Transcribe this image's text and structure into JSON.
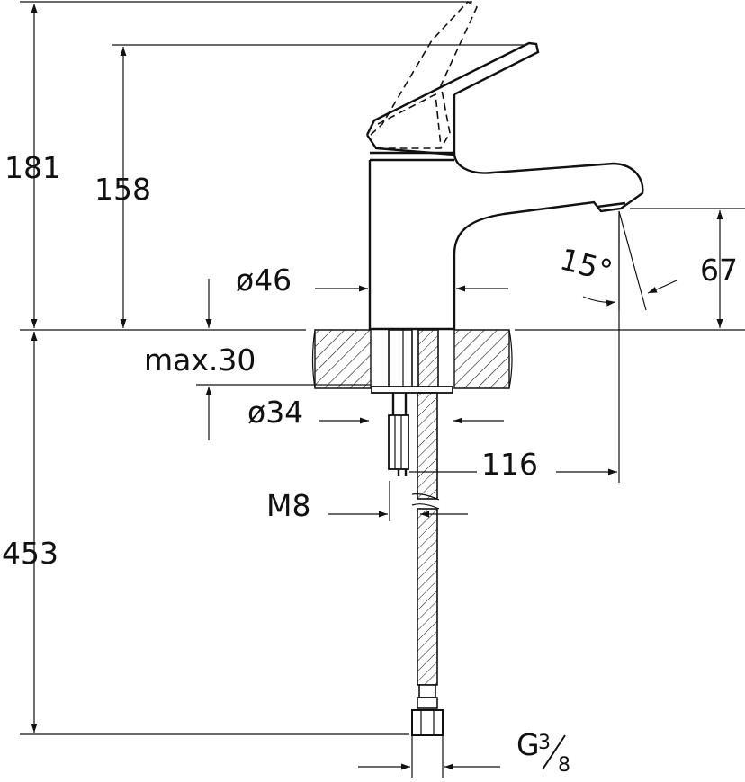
{
  "dimensions": {
    "total_height": "181",
    "lever_height": "158",
    "body_diameter": "ø46",
    "spout_height": "67",
    "spout_angle": "15°",
    "counter_thickness": "max.30",
    "shank_diameter": "ø34",
    "spout_reach": "116",
    "stud_thread": "M8",
    "hose_length": "453",
    "hose_connection": "G",
    "hose_connection_num": "3",
    "hose_connection_den": "8"
  }
}
